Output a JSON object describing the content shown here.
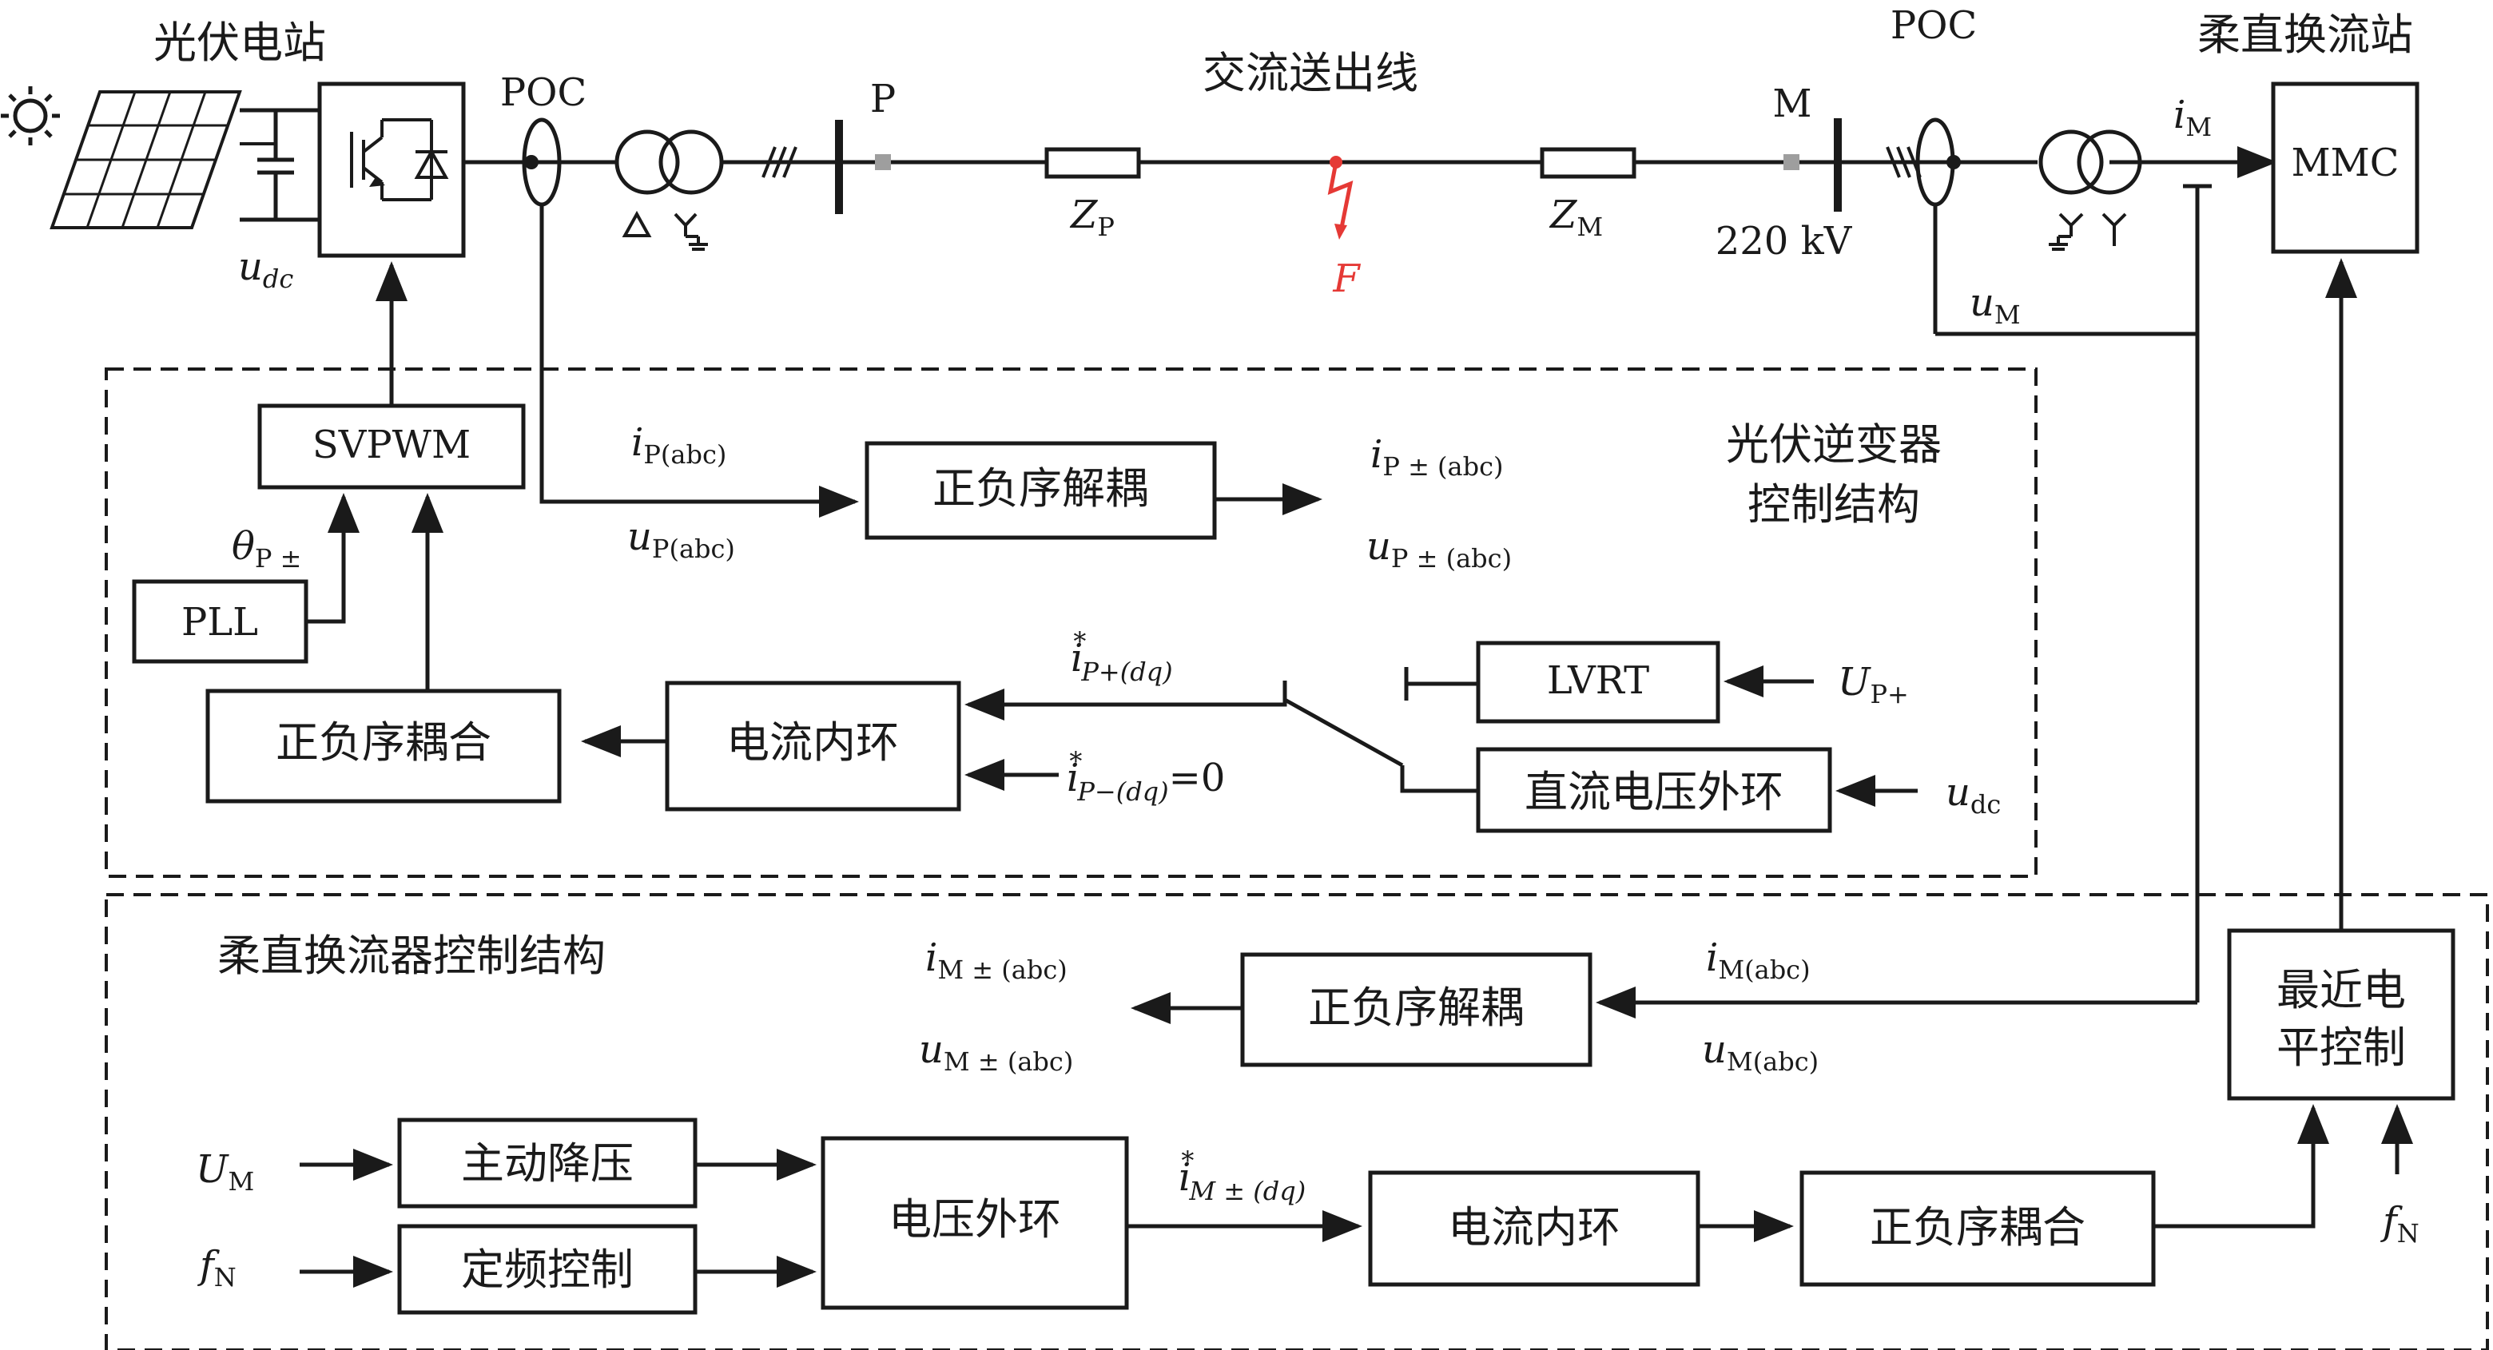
{
  "power": {
    "pv_station": "光伏电站",
    "poc_left": "POC",
    "poc_right": "POC",
    "bus_p": "P",
    "bus_m": "M",
    "ac_line": "交流送出线",
    "z_p": "Z",
    "z_p_sub": "P",
    "z_m": "Z",
    "z_m_sub": "M",
    "fault": "F",
    "voltage": "220 kV",
    "udc": "u",
    "udc_sub": "dc",
    "mmc_station": "柔直换流站",
    "mmc": "MMC",
    "im": "i",
    "im_sub": "M",
    "um": "u",
    "um_sub": "M"
  },
  "pv_control": {
    "title_line1": "光伏逆变器",
    "title_line2": "控制结构",
    "svpwm": "SVPWM",
    "pll": "PLL",
    "theta": "θ",
    "theta_sub": "P ±",
    "i_abc": "i",
    "i_abc_sub": "P(abc)",
    "u_abc": "u",
    "u_abc_sub": "P(abc)",
    "decouple": "正负序解耦",
    "i_pm": "i",
    "i_pm_sub": "P ± (abc)",
    "u_pm": "u",
    "u_pm_sub": "P ± (abc)",
    "lvrt": "LVRT",
    "up_plus": "U",
    "up_plus_sub": "P+",
    "dc_outer": "直流电压外环",
    "udc": "u",
    "udc_sub": "dc",
    "inner": "电流内环",
    "coupling": "正负序耦合",
    "ipdq": "i",
    "ipdq_sup": "*",
    "ipdq_sub": "P+(dq)",
    "indq": "i",
    "indq_sup": "*",
    "indq_sub": "P−(dq)",
    "indq_val": "=0"
  },
  "mmc_control": {
    "title": "柔直换流器控制结构",
    "i_pm": "i",
    "i_pm_sub": "M ± (abc)",
    "u_pm": "u",
    "u_pm_sub": "M ± (abc)",
    "decouple": "正负序解耦",
    "i_abc": "i",
    "i_abc_sub": "M(abc)",
    "u_abc": "u",
    "u_abc_sub": "M(abc)",
    "nearest_line1": "最近电",
    "nearest_line2": "平控制",
    "um": "U",
    "um_sub": "M",
    "fn": "f",
    "fn_sub": "N",
    "fn_right": "f",
    "fn_right_sub": "N",
    "step_down": "主动降压",
    "freq_ctrl": "定频控制",
    "v_outer": "电压外环",
    "idq": "i",
    "idq_sup": "*",
    "idq_sub": "M ± (dq)",
    "inner": "电流内环",
    "coupling": "正负序耦合"
  }
}
